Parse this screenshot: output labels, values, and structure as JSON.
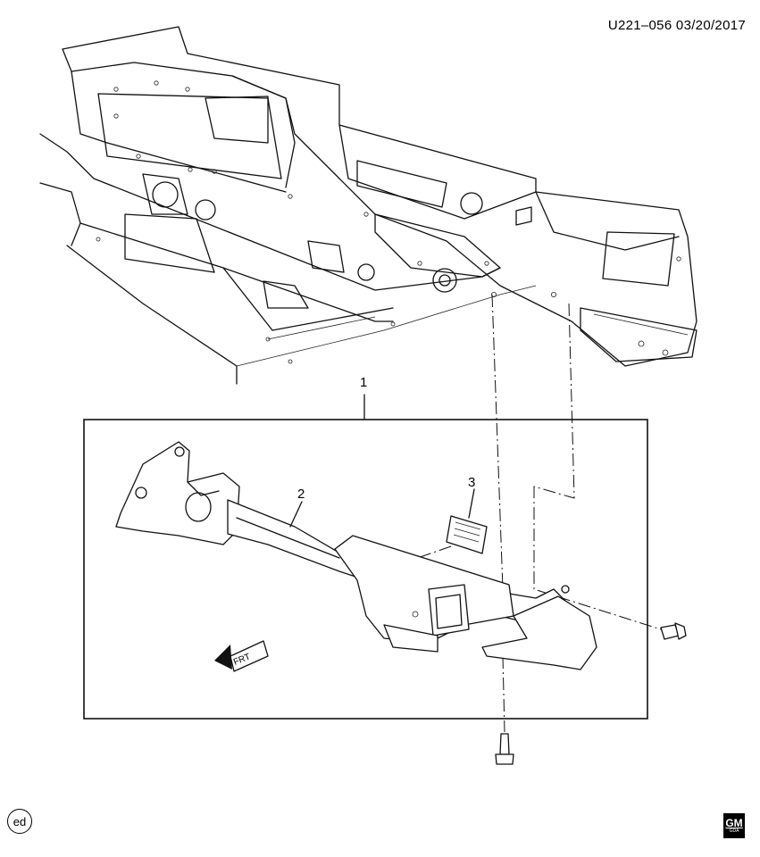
{
  "header": {
    "doc_id": "U221–056  03/20/2017"
  },
  "callouts": {
    "c1": "1",
    "c2": "2",
    "c3": "3"
  },
  "direction_label": "FRT",
  "badge": {
    "text": "ed"
  },
  "logo": {
    "text": "GM",
    "sub": "GDA"
  }
}
